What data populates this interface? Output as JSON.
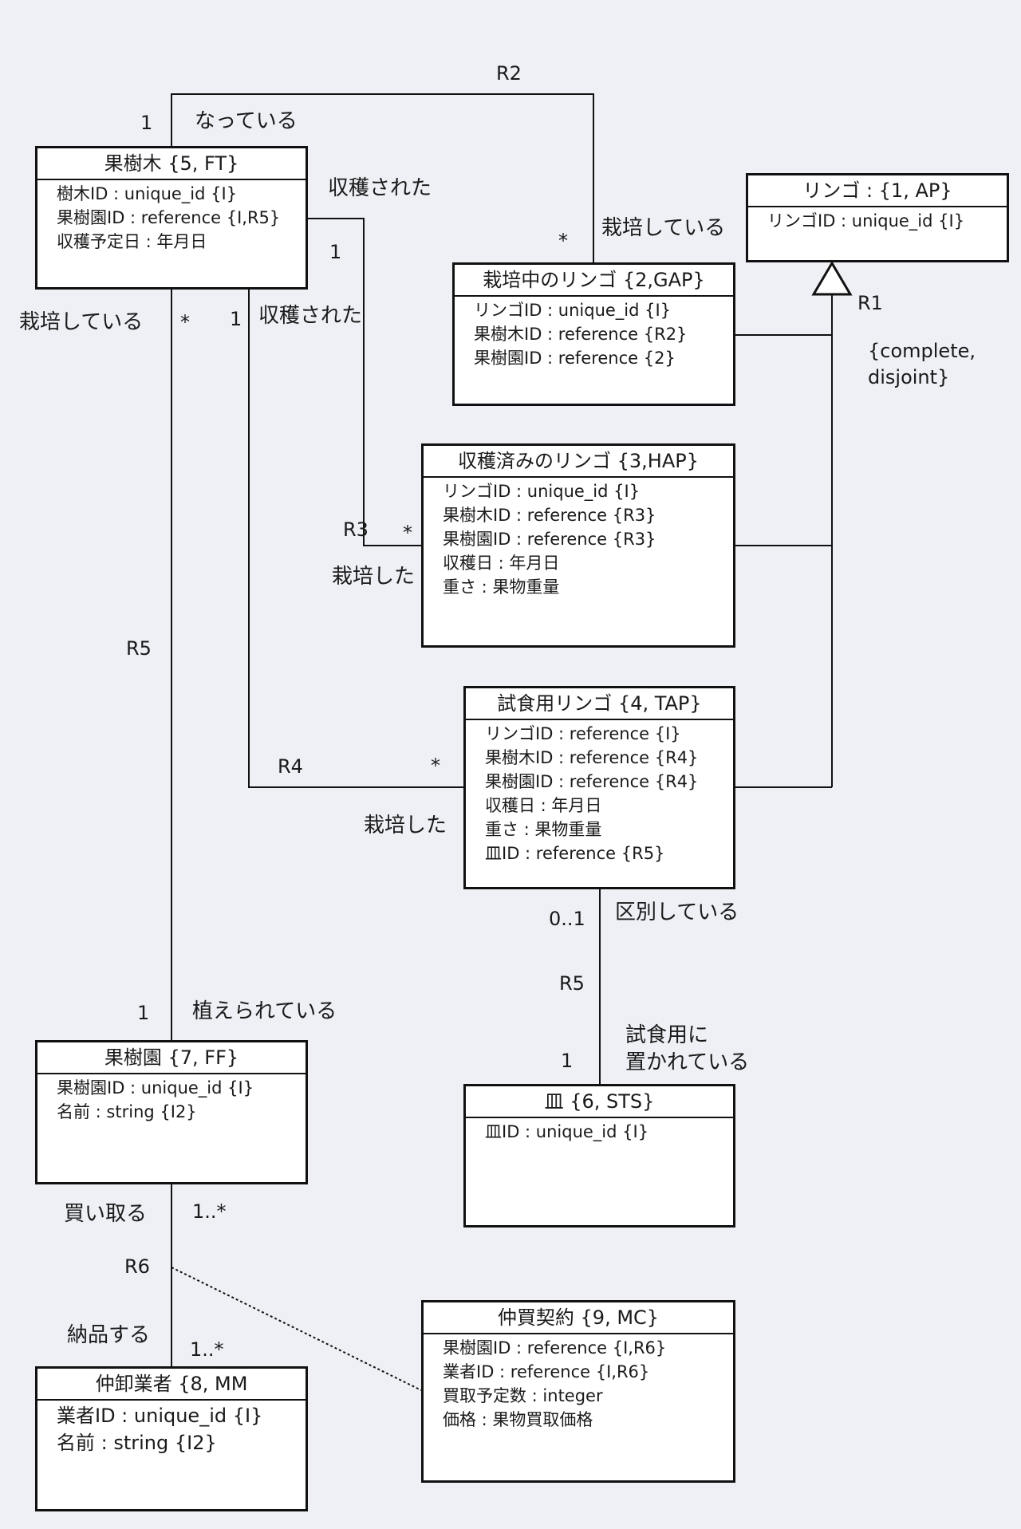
{
  "classes": {
    "fruit_tree": {
      "title": "果樹木 {5, FT}",
      "attrs": [
        "樹木ID  : unique_id {I}",
        "果樹園ID : reference  {I,R5}",
        "収穫予定日 :  年月日"
      ]
    },
    "apple": {
      "title": "リンゴ : {1, AP}",
      "attrs": [
        "リンゴID : unique_id  {I}"
      ]
    },
    "growing_apple": {
      "title": "栽培中のリンゴ {2,GAP}",
      "attrs": [
        "リンゴID : unique_id {I}",
        "果樹木ID : reference {R2}",
        "果樹園ID : reference {2}"
      ]
    },
    "harvested_apple": {
      "title": "収穫済みのリンゴ {3,HAP}",
      "attrs": [
        "リンゴID : unique_id {I}",
        "果樹木ID : reference {R3}",
        "果樹園ID : reference {R3}",
        "収穫日 : 年月日",
        "重さ : 果物重量"
      ]
    },
    "tasting_apple": {
      "title": "試食用リンゴ {4, TAP}",
      "attrs": [
        "リンゴID : reference {I}",
        "果樹木ID : reference {R4}",
        "果樹園ID : reference {R4}",
        "収穫日 : 年月日",
        "重さ : 果物重量",
        "皿ID : reference {R5}"
      ]
    },
    "orchard": {
      "title": "果樹園 {7, FF}",
      "attrs": [
        "果樹園ID : unique_id {I}",
        "名前 :  string {I2}"
      ]
    },
    "plate": {
      "title": "皿 {6, STS}",
      "attrs": [
        "皿ID : unique_id {I}"
      ]
    },
    "wholesaler": {
      "title": "仲卸業者 {8, MM",
      "attrs": [
        "業者ID : unique_id {I}",
        "名前 :  string {I2}"
      ]
    },
    "brokerage_contract": {
      "title": "仲買契約 {9, MC}",
      "attrs": [
        "果樹園ID : reference {I,R6}",
        "業者ID : reference {I,R6}",
        "買取予定数 : integer",
        "価格 : 果物買取価格"
      ]
    }
  },
  "labels": {
    "r2": "R2",
    "r2_mult_tree": "1",
    "r2_role_tree": "なっている",
    "r2_mult_growing": "*",
    "r2_role_growing": "栽培している",
    "r3_role_tree": "収穫された",
    "r3_mult_tree": "1",
    "r3": "R3",
    "r3_mult_harvested": "*",
    "r3_role_harvested": "栽培した",
    "r4_mult_tree": "1",
    "r4_role_tree": "収穫された",
    "r4": "R4",
    "r4_mult_tasting": "*",
    "r4_role_tasting": "栽培した",
    "r5_role_tree": "栽培している",
    "r5_mult_tree": "*",
    "r5_left": "R5",
    "r5_mult_orchard": "1",
    "r5_role_orchard": "植えられている",
    "r1": "R1",
    "r1_constraint_1": "{complete,",
    "r1_constraint_2": "disjoint}",
    "r5_mult_tasting": "0..1",
    "r5_role_tasting": "区別している",
    "r5_right": "R5",
    "r5_role_plate_1": "試食用に",
    "r5_role_plate_2": "置かれている",
    "r5_mult_plate": "1",
    "r6_role_orchard": "買い取る",
    "r6_mult_orchard": "1..*",
    "r6": "R6",
    "r6_role_wholesaler": "納品する",
    "r6_mult_wholesaler": "1..*"
  }
}
